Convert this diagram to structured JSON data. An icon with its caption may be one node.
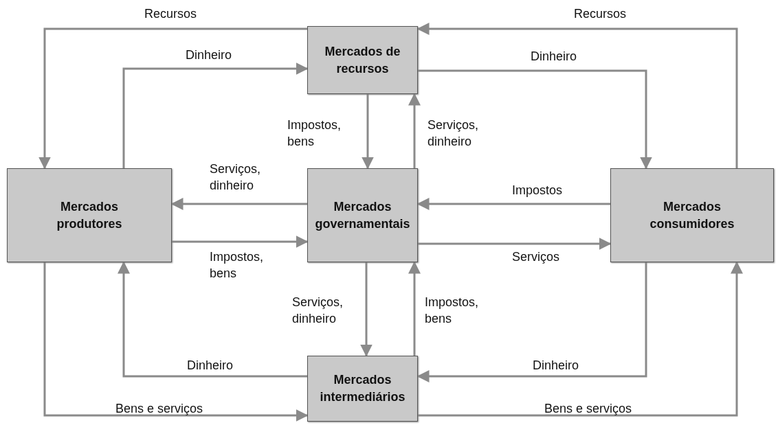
{
  "diagram": {
    "nodes": [
      {
        "text": [
          "Mercados de recursos"
        ]
      },
      {
        "text": [
          "Mercados produtores"
        ]
      },
      {
        "text": [
          "Mercados governamentais"
        ]
      },
      {
        "text": [
          "Mercados consumidores"
        ]
      },
      {
        "text": [
          "Mercados intermediários"
        ]
      }
    ],
    "edges": [
      {
        "from": 0,
        "to": 1,
        "arrow": "to",
        "label": "Recursos"
      },
      {
        "from": 1,
        "to": 0,
        "arrow": "to",
        "label": "Dinheiro"
      },
      {
        "from": 3,
        "to": 0,
        "arrow": "to",
        "label": "Recursos"
      },
      {
        "from": 0,
        "to": 3,
        "arrow": "to",
        "label": "Dinheiro"
      },
      {
        "from": 0,
        "to": 2,
        "arrow": "to",
        "label": "Impostos, bens"
      },
      {
        "from": 2,
        "to": 0,
        "arrow": "to",
        "label": "Serviços, dinheiro"
      },
      {
        "from": 2,
        "to": 1,
        "arrow": "to",
        "label": "Serviços, dinheiro"
      },
      {
        "from": 1,
        "to": 2,
        "arrow": "to",
        "label": "Impostos, bens"
      },
      {
        "from": 3,
        "to": 2,
        "arrow": "to",
        "label": "Impostos"
      },
      {
        "from": 2,
        "to": 3,
        "arrow": "to",
        "label": "Serviços"
      },
      {
        "from": 2,
        "to": 4,
        "arrow": "to",
        "label": "Serviços, dinheiro"
      },
      {
        "from": 4,
        "to": 2,
        "arrow": "to",
        "label": "Impostos, bens"
      },
      {
        "from": 4,
        "to": 1,
        "arrow": "to",
        "label": "Dinheiro"
      },
      {
        "from": 1,
        "to": 4,
        "arrow": "to",
        "label": "Bens e serviços"
      },
      {
        "from": 3,
        "to": 4,
        "arrow": "to",
        "label": "Dinheiro"
      },
      {
        "from": 4,
        "to": 3,
        "arrow": "to",
        "label": "Bens e serviços"
      }
    ]
  }
}
